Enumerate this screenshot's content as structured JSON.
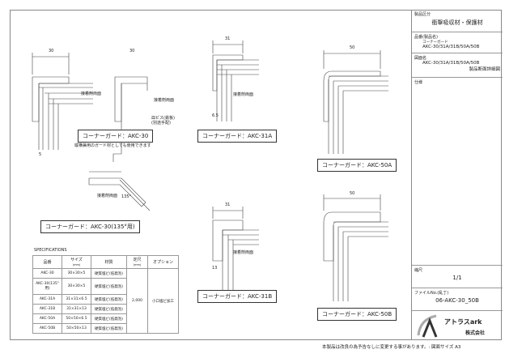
{
  "panel": {
    "category_label": "製品区分",
    "category": "衝撃吸収材・保護材",
    "product_label": "品番(製品名)",
    "product_name": "コーナーガード",
    "product_codes": "AKC-30/31A/31B/50A/50B",
    "drawing_label": "図面名",
    "drawing_codes": "AKC-30/31A/31B/50A/50B",
    "drawing_name": "製品断面詳細図",
    "spec_label": "仕様",
    "scale_label": "縮尺",
    "scale": "1/1",
    "file_label": "ファイルNo.(乱丁)",
    "file_no": "06-AKC-30_50B",
    "company_name": "アトラスark",
    "company_suffix": "株式会社"
  },
  "drawings": {
    "akc30": "コーナーガード：AKC-30",
    "akc30_note": "縦横兼用のガード材としても使用できます",
    "akc31a": "コーナーガード：AKC-31A",
    "akc50a": "コーナーガード：AKC-50A",
    "akc30_135": "コーナーガード：AKC-30(135°用)",
    "akc31b": "コーナーガード：AKC-31B",
    "akc50b": "コーナーガード：AKC-50B",
    "adhesive": "接着剤両面",
    "screw": "皿ビス(鉄板)",
    "screw2": "(別途手配)",
    "dims": {
      "d30": "30",
      "d31": "31",
      "d50": "50",
      "d5": "5",
      "d65": "6.5",
      "d13": "13",
      "d135": "135°"
    }
  },
  "specs": {
    "title": "SPECIFICATIONS",
    "headers": [
      "品番",
      "サイズ",
      "材質",
      "定尺",
      "オプション"
    ],
    "subheaders": [
      "(mm)",
      "(mm)"
    ],
    "rows": [
      [
        "AKC-30",
        "30×30×5",
        "硬質塩ビ(低発泡)"
      ],
      [
        "AKC-30(135°用)",
        "30×30×5",
        "硬質塩ビ(低発泡)"
      ],
      [
        "AKC-31A",
        "31×31×6.5",
        "硬質塩ビ(低発泡)"
      ],
      [
        "AKC-31B",
        "31×31×13",
        "硬質塩ビ(低発泡)"
      ],
      [
        "AKC-50A",
        "50×50×6.5",
        "硬質塩ビ(低発泡)"
      ],
      [
        "AKC-50B",
        "50×50×13",
        "硬質塩ビ(低発泡)"
      ]
    ],
    "length": "2,000",
    "option": "小口塩ビ加工"
  },
  "footer": "本製品は改良の為予告なしに変更する事があります。: 図面サイズ A3"
}
